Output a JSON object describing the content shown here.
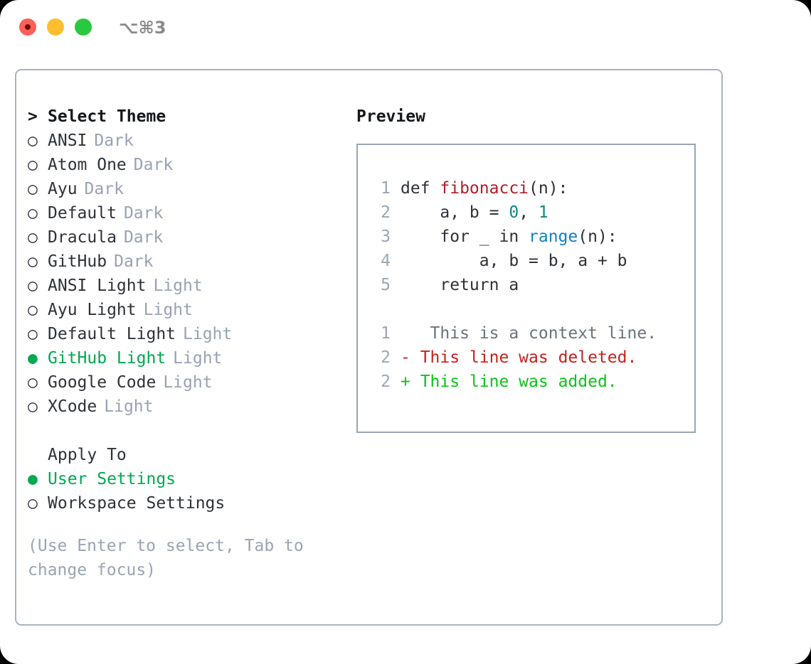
{
  "titlebar": {
    "close_label": "close",
    "minimize_label": "minimize",
    "maximize_label": "maximize",
    "shortcut": "⌥⌘3"
  },
  "theme_picker": {
    "heading_marker": ">",
    "heading": "Select Theme",
    "marker_unselected": "○",
    "marker_selected": "●",
    "items": [
      {
        "marker": "○",
        "name": "ANSI",
        "kind": "Dark",
        "selected": false
      },
      {
        "marker": "○",
        "name": "Atom One",
        "kind": "Dark",
        "selected": false
      },
      {
        "marker": "○",
        "name": "Ayu",
        "kind": "Dark",
        "selected": false
      },
      {
        "marker": "○",
        "name": "Default",
        "kind": "Dark",
        "selected": false
      },
      {
        "marker": "○",
        "name": "Dracula",
        "kind": "Dark",
        "selected": false
      },
      {
        "marker": "○",
        "name": "GitHub",
        "kind": "Dark",
        "selected": false
      },
      {
        "marker": "○",
        "name": "ANSI Light",
        "kind": "Light",
        "selected": false
      },
      {
        "marker": "○",
        "name": "Ayu Light",
        "kind": "Light",
        "selected": false
      },
      {
        "marker": "○",
        "name": "Default Light",
        "kind": "Light",
        "selected": false
      },
      {
        "marker": "●",
        "name": "GitHub Light",
        "kind": "Light",
        "selected": true
      },
      {
        "marker": "○",
        "name": "Google Code",
        "kind": "Light",
        "selected": false
      },
      {
        "marker": "○",
        "name": "XCode",
        "kind": "Light",
        "selected": false
      }
    ]
  },
  "apply_to": {
    "heading": "Apply To",
    "items": [
      {
        "marker": "●",
        "name": "User Settings",
        "selected": true
      },
      {
        "marker": "○",
        "name": "Workspace Settings",
        "selected": false
      }
    ]
  },
  "hint": "(Use Enter to select, Tab to change focus)",
  "preview": {
    "title": "Preview",
    "code_lines": [
      {
        "no": "1",
        "segments": [
          {
            "text": "def ",
            "cls": "tok-plain"
          },
          {
            "text": "fibonacci",
            "cls": "tok-fn"
          },
          {
            "text": "(n):",
            "cls": "tok-plain"
          }
        ]
      },
      {
        "no": "2",
        "segments": [
          {
            "text": "    a, b = ",
            "cls": "tok-plain"
          },
          {
            "text": "0",
            "cls": "tok-num"
          },
          {
            "text": ", ",
            "cls": "tok-plain"
          },
          {
            "text": "1",
            "cls": "tok-num"
          }
        ]
      },
      {
        "no": "3",
        "segments": [
          {
            "text": "    for _ in ",
            "cls": "tok-plain"
          },
          {
            "text": "range",
            "cls": "tok-call"
          },
          {
            "text": "(n):",
            "cls": "tok-plain"
          }
        ]
      },
      {
        "no": "4",
        "segments": [
          {
            "text": "        a, b = b, a + b",
            "cls": "tok-plain"
          }
        ]
      },
      {
        "no": "5",
        "segments": [
          {
            "text": "    return a",
            "cls": "tok-plain"
          }
        ]
      }
    ],
    "diff_lines": [
      {
        "no": "1",
        "sign": " ",
        "text": "  This is a context line.",
        "cls": "diff-ctx"
      },
      {
        "no": "2",
        "sign": "-",
        "text": " This line was deleted.",
        "cls": "diff-del"
      },
      {
        "no": "2",
        "sign": "+",
        "text": " This line was added.",
        "cls": "diff-add"
      }
    ]
  },
  "colors": {
    "accent_green": "#00a84f",
    "muted": "#98a2b3",
    "border": "#a9b3c1",
    "preview_border": "#9aa5b4",
    "diff_add": "#0ac415",
    "diff_del": "#c5221b",
    "token_function": "#b31d28",
    "token_number": "#14857f",
    "token_call": "#1180c4"
  }
}
